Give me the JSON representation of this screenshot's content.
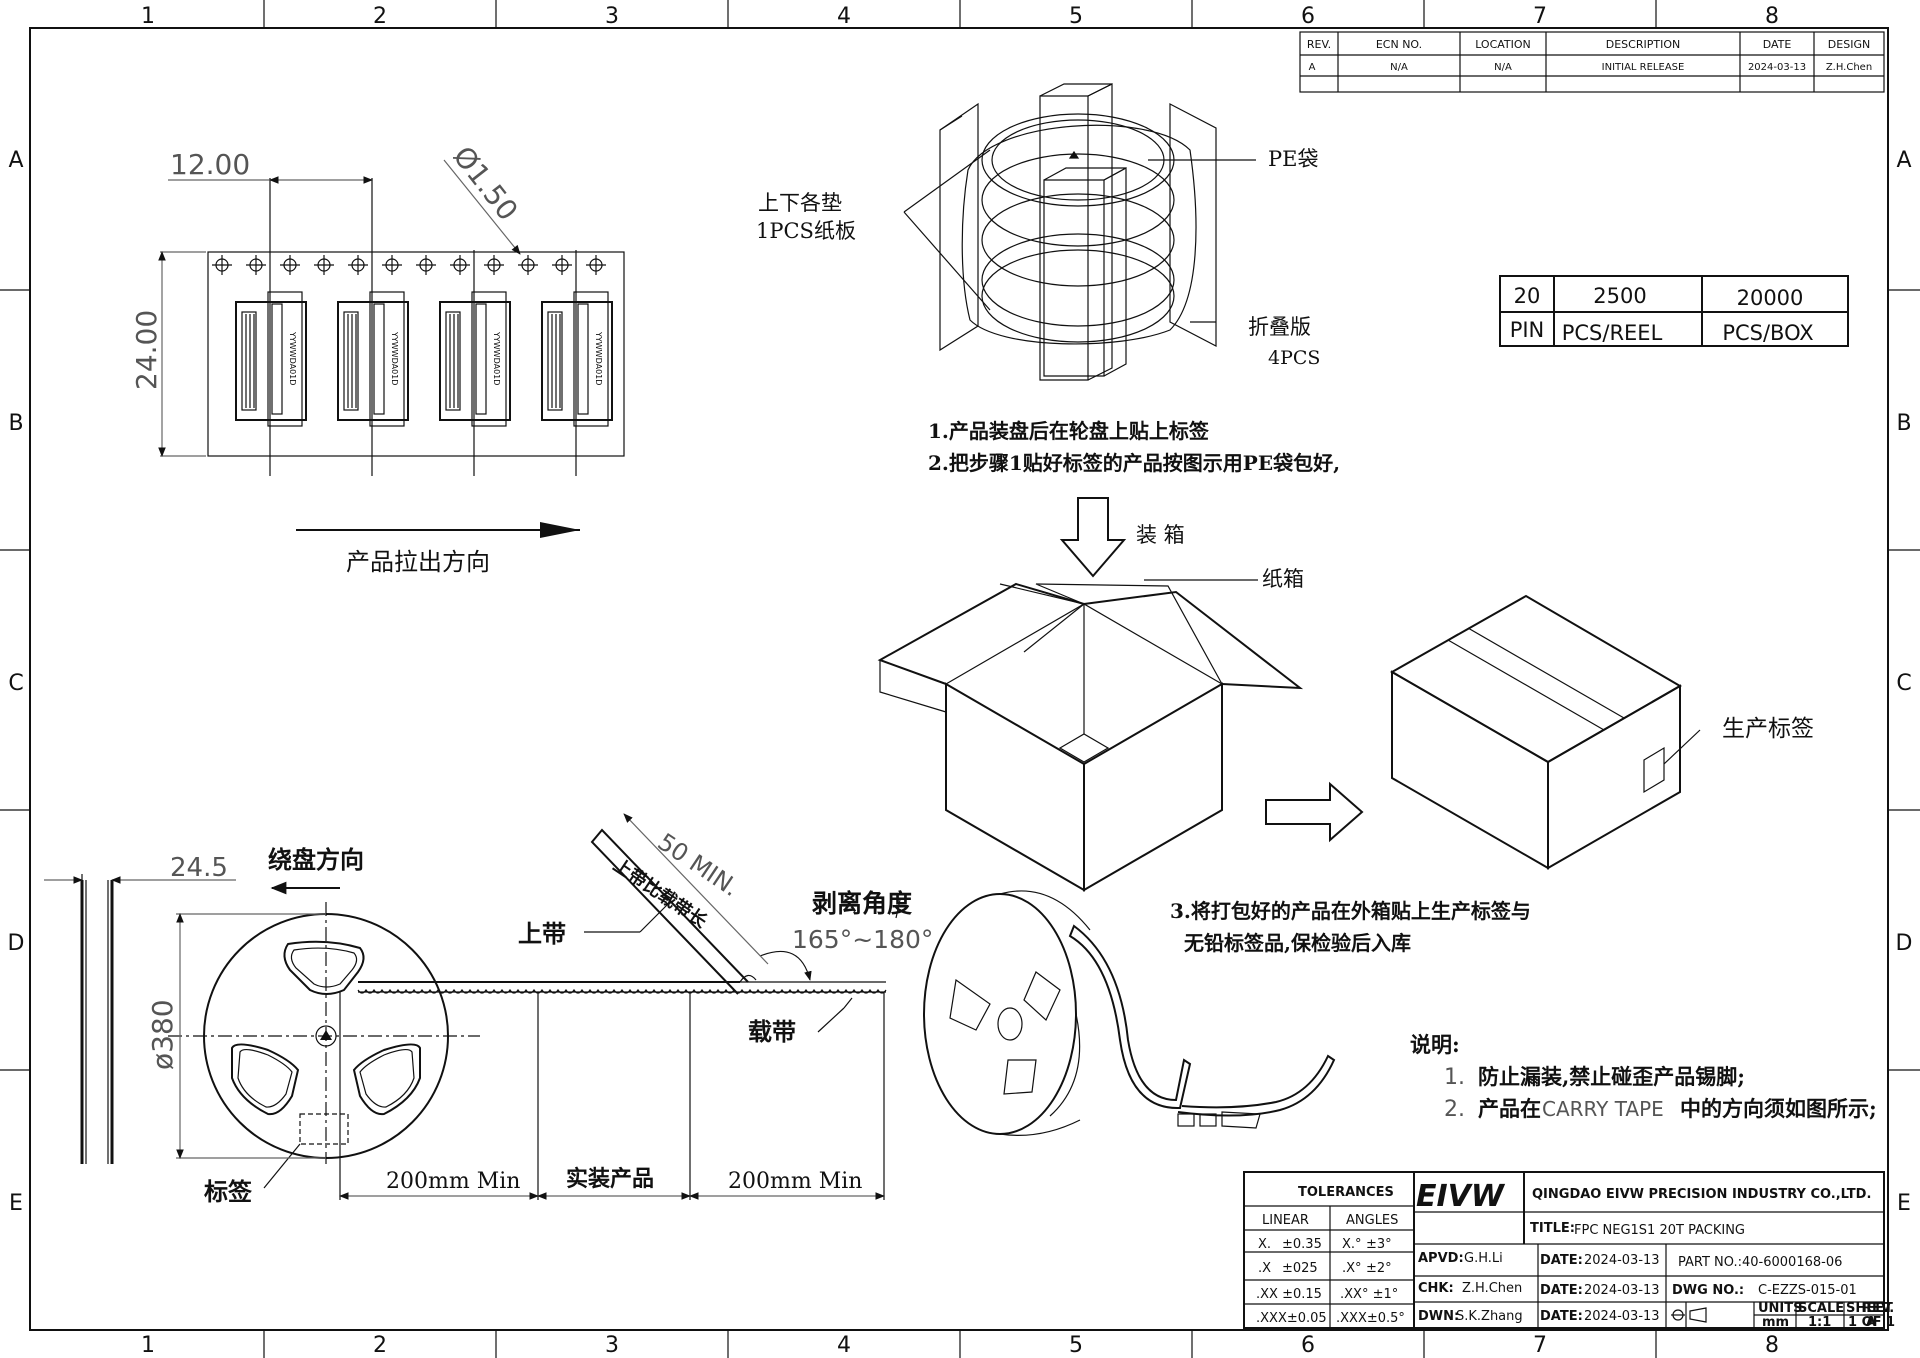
{
  "border": {
    "columns": [
      "1",
      "2",
      "3",
      "4",
      "5",
      "6",
      "7",
      "8"
    ],
    "rows": [
      "A",
      "B",
      "C",
      "D",
      "E"
    ]
  },
  "revision_table": {
    "headers": [
      "REV.",
      "ECN NO.",
      "LOCATION",
      "DESCRIPTION",
      "DATE",
      "DESIGN"
    ],
    "row": [
      "A",
      "N/A",
      "N/A",
      "INITIAL RELEASE",
      "2024-03-13",
      "Z.H.Chen"
    ]
  },
  "quantity_table": {
    "row1": [
      "20",
      "2500",
      "20000"
    ],
    "row2": [
      "PIN",
      "PCS/REEL",
      "PCS/BOX"
    ]
  },
  "tape_view": {
    "dim_pitch": "12.00",
    "dim_hole": "Ø1.50",
    "dim_width": "24.00",
    "part_marking": "YYWWDA01D",
    "pull_direction": "产品拉出方向"
  },
  "packing_view": {
    "pad_label_1": "上下各垫",
    "pad_label_2": "1PCS纸板",
    "pe_bag": "PE袋",
    "folding_board_1": "折叠版",
    "folding_board_2": "4PCS",
    "step1": "1.产品装盘后在轮盘上贴上标签",
    "step2": "2.把步骤1贴好标签的产品按图示用PE袋包好,",
    "boxing": "装 箱",
    "carton": "纸箱",
    "production_label": "生产标签",
    "step3_1": "3.将打包好的产品在外箱贴上生产标签与",
    "step3_2": "无铅标签品,保检验后入库"
  },
  "reel_view": {
    "dim_width": "24.5",
    "winding_direction": "绕盘方向",
    "dim_diameter": "ø380",
    "label": "标签",
    "cover_tape": "上带",
    "carrier_tape": "载带",
    "leader_min": "50 MIN.",
    "leader_note": "上带比载带长",
    "peel_angle": "剥离角度",
    "peel_range": "165°~180°",
    "seg_1": "200mm Min",
    "seg_2": "实装产品",
    "seg_3": "200mm Min"
  },
  "notes": {
    "title": "说明:",
    "n1_num": "1.",
    "n1": "防止漏装,禁止碰歪产品锡脚;",
    "n2_num": "2.",
    "n2_a": "产品在",
    "n2_b": "CARRY TAPE",
    "n2_c": "中的方向须如图所示;"
  },
  "title_block": {
    "tolerances": "TOLERANCES",
    "linear": "LINEAR",
    "angles": "ANGLES",
    "tol_rows": [
      [
        "X.",
        "±0.35",
        "X.°",
        "±3°"
      ],
      [
        ".X",
        "±025",
        ".X°",
        "±2°"
      ],
      [
        ".XX ±0.15",
        "",
        ".XX° ±1°",
        ""
      ],
      [
        ".XXX±0.05",
        "",
        ".XXX±0.5°",
        ""
      ]
    ],
    "logo": "EIVW",
    "company": "QINGDAO EIVW PRECISION INDUSTRY CO.,LTD.",
    "title_label": "TITLE:",
    "title": "FPC NEG1S1 20T  PACKING",
    "apvd_label": "APVD:",
    "apvd": "G.H.Li",
    "chk_label": "CHK:",
    "chk": "Z.H.Chen",
    "dwn_label": "DWN:",
    "dwn": "S.K.Zhang",
    "date_label": "DATE:",
    "date": "2024-03-13",
    "part_no": "PART NO.:40-6000168-06",
    "dwg_label": "DWG NO.:",
    "dwg_no": "C-EZZS-015-01",
    "units_label": "UNITS",
    "units": "mm",
    "scale_label": "SCALE",
    "scale": "1:1",
    "sheet_label": "SHEET",
    "sheet": "1 OF 1",
    "rev_label": "REV.",
    "rev": "A"
  }
}
